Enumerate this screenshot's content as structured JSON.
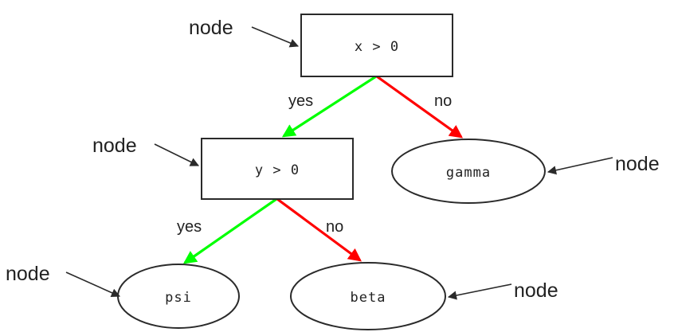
{
  "diagram": {
    "title": "decision-tree-with-node-annotations",
    "background": "#ffffff",
    "colors": {
      "yes_edge": "#00ff00",
      "no_edge": "#ff0000",
      "outline": "#2a2a2a",
      "text": "#222222"
    },
    "nodes": [
      {
        "id": "root",
        "shape": "box",
        "label": "x > 0"
      },
      {
        "id": "left",
        "shape": "box",
        "label": "y > 0"
      },
      {
        "id": "gamma",
        "shape": "ellipse",
        "label": "gamma"
      },
      {
        "id": "psi",
        "shape": "ellipse",
        "label": "psi"
      },
      {
        "id": "beta",
        "shape": "ellipse",
        "label": "beta"
      }
    ],
    "edges": [
      {
        "from": "root",
        "to": "left",
        "label": "yes",
        "color": "#00ff00"
      },
      {
        "from": "root",
        "to": "gamma",
        "label": "no",
        "color": "#ff0000"
      },
      {
        "from": "left",
        "to": "psi",
        "label": "yes",
        "color": "#00ff00"
      },
      {
        "from": "left",
        "to": "beta",
        "label": "no",
        "color": "#ff0000"
      }
    ],
    "edge_labels": {
      "root_yes": "yes",
      "root_no": "no",
      "left_yes": "yes",
      "left_no": "no"
    },
    "annotations": [
      {
        "id": "ann-root",
        "label": "node",
        "target": "root"
      },
      {
        "id": "ann-left",
        "label": "node",
        "target": "left"
      },
      {
        "id": "ann-gamma",
        "label": "node",
        "target": "gamma"
      },
      {
        "id": "ann-psi",
        "label": "node",
        "target": "psi"
      },
      {
        "id": "ann-beta",
        "label": "node",
        "target": "beta"
      }
    ]
  }
}
